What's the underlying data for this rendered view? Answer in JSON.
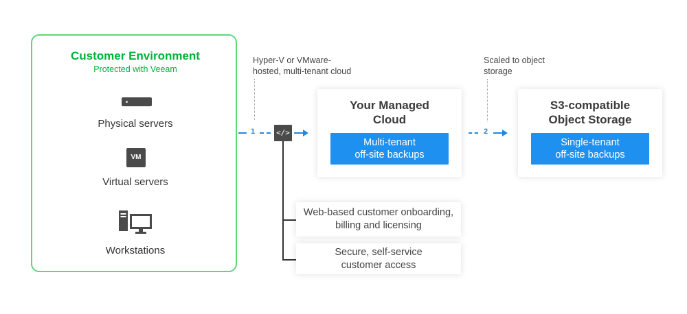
{
  "customer_env": {
    "title": "Customer Environment",
    "subtitle": "Protected with Veeam",
    "items": [
      {
        "label": "Physical servers",
        "icon": "server-icon"
      },
      {
        "label": "Virtual servers",
        "icon": "vm-icon",
        "icon_text": "VM"
      },
      {
        "label": "Workstations",
        "icon": "workstation-icon"
      }
    ]
  },
  "annotations": {
    "cloud_note": "Hyper-V or VMware-\nhosted, multi-tenant cloud",
    "storage_note": "Scaled to object\nstorage"
  },
  "steps": {
    "step1": "1",
    "step2": "2"
  },
  "code_icon_text": "</>",
  "managed_cloud": {
    "title": "Your Managed\nCloud",
    "button": "Multi-tenant\noff-site backups"
  },
  "object_storage": {
    "title": "S3-compatible\nObject Storage",
    "button": "Single-tenant\noff-site backups"
  },
  "features": [
    "Web-based customer onboarding,\nbilling and licensing",
    "Secure, self-service\ncustomer access"
  ],
  "colors": {
    "green": "#00b336",
    "green_border": "#5fd67a",
    "blue": "#1e88e5",
    "button_blue": "#1e90f0",
    "icon_gray": "#4a4a4a"
  }
}
